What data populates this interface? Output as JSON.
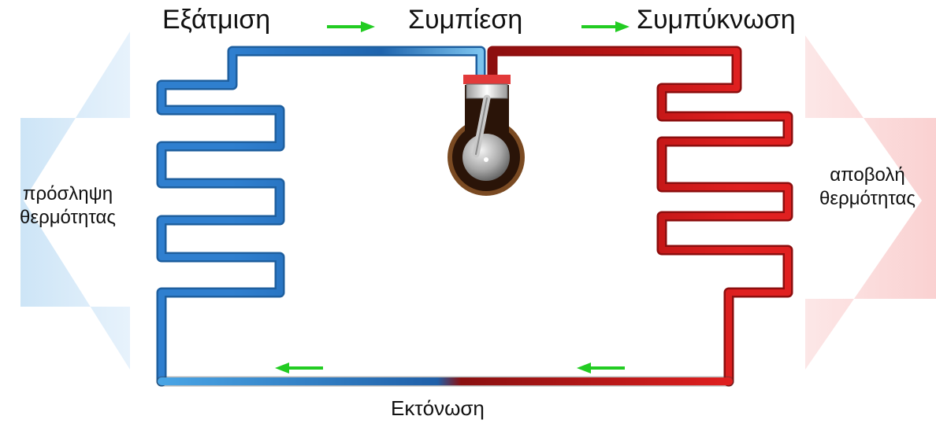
{
  "stages": {
    "evaporation": "Εξάτμιση",
    "compression": "Συμπίεση",
    "condensation": "Συμπύκνωση",
    "expansion": "Εκτόνωση"
  },
  "heat_in": {
    "line1": "πρόσληψη",
    "line2": "θερμότητας"
  },
  "heat_out": {
    "line1": "αποβολή",
    "line2": "θερμότητας"
  },
  "colors": {
    "cold_pipe": "#3a8fd6",
    "hot_pipe": "#d81c1c",
    "flow_arrow": "#22cc22",
    "heat_in_arrow": "#cfe6f7",
    "heat_out_arrow": "#fbd2d2"
  },
  "icons": {
    "compressor": "piston-compressor-icon",
    "flow": "green-arrow-icon"
  }
}
